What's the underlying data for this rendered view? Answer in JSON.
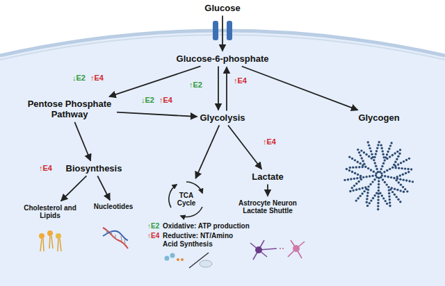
{
  "diagram": {
    "nodes": [
      {
        "text": [
          "Glucose"
        ]
      },
      {
        "text": [
          "Glucose-6-phosphate"
        ]
      },
      {
        "text": [
          "Pentose Phosphate Pathway"
        ]
      },
      {
        "text": [
          "Glycolysis"
        ]
      },
      {
        "text": [
          "Glycogen"
        ]
      },
      {
        "text": [
          "Biosynthesis"
        ]
      },
      {
        "text": [
          "TCA Cycle"
        ]
      },
      {
        "text": [
          "Lactate"
        ]
      },
      {
        "text": [
          "Cholesterol and Lipids"
        ]
      },
      {
        "text": [
          "Nucleotides"
        ]
      },
      {
        "text": [
          "Astrocyte Neuron Lactate Shuttle"
        ]
      }
    ],
    "edges": [
      {
        "from": 0,
        "to": 1,
        "arrow": "to"
      },
      {
        "from": 1,
        "to": 2,
        "arrow": "to"
      },
      {
        "from": 1,
        "to": 3,
        "arrow": "to"
      },
      {
        "from": 3,
        "to": 1,
        "arrow": "to"
      },
      {
        "from": 1,
        "to": 4,
        "arrow": "to"
      },
      {
        "from": 2,
        "to": 3,
        "arrow": "to"
      },
      {
        "from": 2,
        "to": 5,
        "arrow": "to"
      },
      {
        "from": 3,
        "to": 6,
        "arrow": "to"
      },
      {
        "from": 3,
        "to": 7,
        "arrow": "to"
      },
      {
        "from": 5,
        "to": 8,
        "arrow": "to"
      },
      {
        "from": 5,
        "to": 9,
        "arrow": "to"
      },
      {
        "from": 7,
        "to": 10,
        "arrow": "to"
      }
    ],
    "labels": [
      "↓E2",
      "↑E4",
      "↑E2",
      "↑E4",
      "↓E2",
      "↑E4",
      "↑E4",
      "↑E4",
      "↑E2",
      "Oxidative: ATP production",
      "↑E4",
      "Reductive: NT/Amino Acid Synthesis"
    ]
  }
}
